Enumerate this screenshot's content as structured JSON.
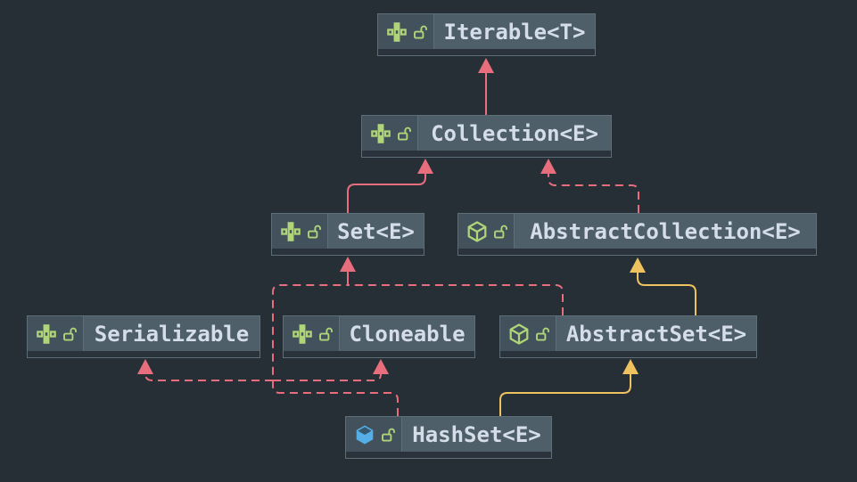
{
  "diagram_type": "uml-class-hierarchy",
  "colors": {
    "background": "#262e36",
    "node_border": "#5e6e79",
    "node_title_fill": "#4e5f6a",
    "node_icon_cell_fill": "#42515c",
    "node_body_fill": "#2a323b",
    "title_text": "#d5dde8",
    "interface_edge_pink": "#e86e7e",
    "class_edge_yellow": "#eec25f",
    "icon_green": "#b0d478",
    "icon_blue": "#55aee6",
    "icon_blue_top": "#35586e"
  },
  "nodes": [
    {
      "label": "Iterable<T>",
      "kind": "interface",
      "visibility": "public"
    },
    {
      "label": "Collection<E>",
      "kind": "interface",
      "visibility": "public"
    },
    {
      "label": "Set<E>",
      "kind": "interface",
      "visibility": "public"
    },
    {
      "label": "AbstractCollection<E>",
      "kind": "abstract-class",
      "visibility": "public"
    },
    {
      "label": "Serializable",
      "kind": "interface",
      "visibility": "public"
    },
    {
      "label": "Cloneable",
      "kind": "interface",
      "visibility": "public"
    },
    {
      "label": "AbstractSet<E>",
      "kind": "abstract-class",
      "visibility": "public"
    },
    {
      "label": "HashSet<E>",
      "kind": "class",
      "visibility": "public"
    }
  ],
  "edges": [
    {
      "from": "Collection<E>",
      "to": "Iterable<T>",
      "relation": "extends",
      "style": "solid",
      "color": "#e86e7e"
    },
    {
      "from": "Set<E>",
      "to": "Collection<E>",
      "relation": "extends",
      "style": "solid",
      "color": "#e86e7e"
    },
    {
      "from": "AbstractCollection<E>",
      "to": "Collection<E>",
      "relation": "implements",
      "style": "dashed",
      "color": "#e86e7e"
    },
    {
      "from": "AbstractSet<E>",
      "to": "Set<E>",
      "relation": "implements",
      "style": "dashed",
      "color": "#e86e7e"
    },
    {
      "from": "HashSet<E>",
      "to": "Set<E>",
      "relation": "implements",
      "style": "dashed",
      "color": "#e86e7e"
    },
    {
      "from": "AbstractSet<E>",
      "to": "AbstractCollection<E>",
      "relation": "extends",
      "style": "solid",
      "color": "#eec25f"
    },
    {
      "from": "HashSet<E>",
      "to": "AbstractSet<E>",
      "relation": "extends",
      "style": "solid",
      "color": "#eec25f"
    },
    {
      "from": "HashSet<E>",
      "to": "Serializable",
      "relation": "implements",
      "style": "dashed",
      "color": "#e86e7e"
    },
    {
      "from": "HashSet<E>",
      "to": "Cloneable",
      "relation": "implements",
      "style": "dashed",
      "color": "#e86e7e"
    }
  ]
}
